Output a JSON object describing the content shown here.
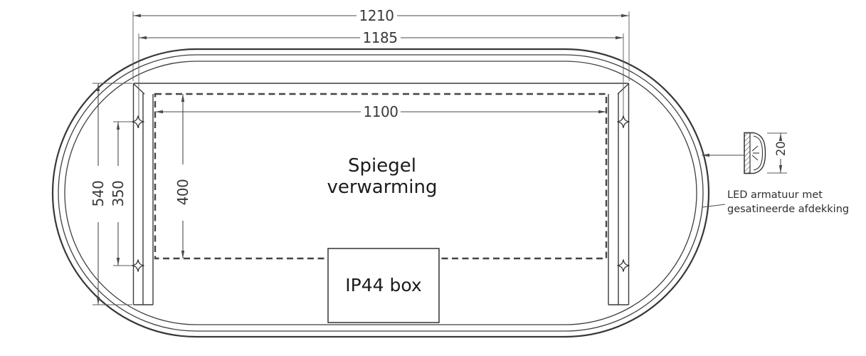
{
  "diagram": {
    "dimensions": {
      "overall_width": "1210",
      "frame_width": "1185",
      "heating_width": "1100",
      "frame_height": "540",
      "screw_spacing": "350",
      "heating_height": "400",
      "led_profile_depth": "20"
    },
    "labels": {
      "heating_line1": "Spiegel",
      "heating_line2": "verwarming",
      "ip44_box": "IP44 box",
      "led_note_line1": "LED armatuur met",
      "led_note_line2": "gesatineerde afdekking"
    },
    "colors": {
      "outline": "#3c3c3c",
      "dimension": "#4a4a4a",
      "text": "#2b2b2b",
      "background": "#ffffff"
    }
  }
}
